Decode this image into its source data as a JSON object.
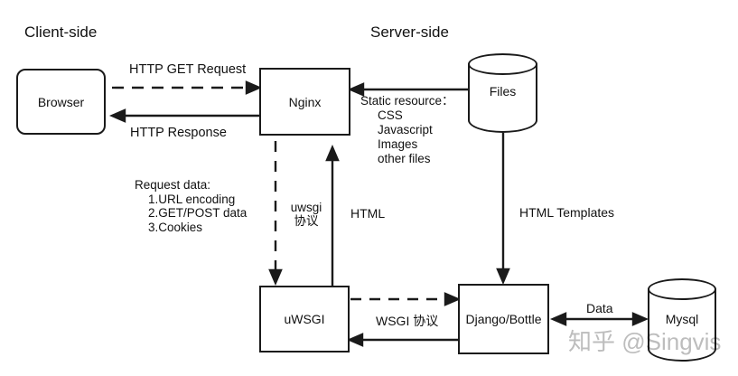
{
  "titles": {
    "client": "Client-side",
    "server": "Server-side"
  },
  "nodes": {
    "browser": "Browser",
    "nginx": "Nginx",
    "files": "Files",
    "uwsgi": "uWSGI",
    "django": "Django/Bottle",
    "mysql": "Mysql"
  },
  "edges": {
    "http_get_request": "HTTP GET Request",
    "http_response": "HTTP Response",
    "static_resource": {
      "title": "Static resource：",
      "items": [
        "CSS",
        "Javascript",
        "Images",
        "other files"
      ]
    },
    "request_data": {
      "title": "Request data:",
      "items": [
        "1.URL encoding",
        "2.GET/POST data",
        "3.Cookies"
      ]
    },
    "uwsgi_protocol": [
      "uwsgi",
      "协议"
    ],
    "html": "HTML",
    "html_templates": "HTML Templates",
    "wsgi_protocol": "WSGI 协议",
    "data": "Data"
  },
  "watermark": {
    "text": "知乎 @Singvis"
  },
  "colors": {
    "line": "#1a1a1a",
    "watermark": "#bdbdbd",
    "background": "#ffffff"
  }
}
